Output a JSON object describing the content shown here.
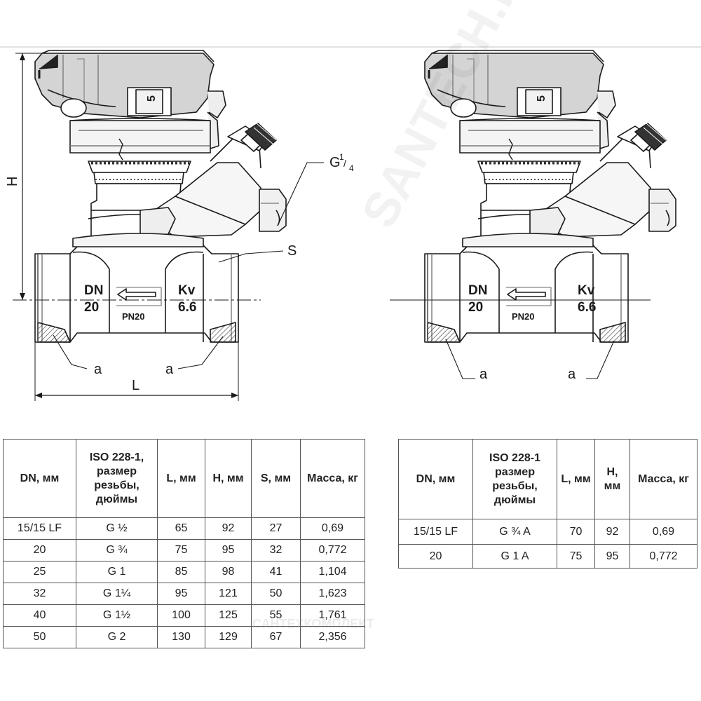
{
  "drawing_left": {
    "label_h": "H",
    "label_l": "L",
    "label_s": "S",
    "label_a1": "a",
    "label_a2": "a",
    "label_g_main": "G",
    "label_g_num": "1",
    "label_g_den": "4",
    "marking_dn": "DN",
    "marking_dn_value": "20",
    "marking_kv": "Kv",
    "marking_kv_value": "6.6",
    "marking_pn": "PN20",
    "scale_value": "5"
  },
  "drawing_right": {
    "label_a1": "a",
    "label_a2": "a",
    "marking_dn": "DN",
    "marking_dn_value": "20",
    "marking_kv": "Kv",
    "marking_kv_value": "6.6",
    "marking_pn": "PN20",
    "scale_value": "5"
  },
  "watermark_1": "SANTECH.RU",
  "watermark_2": "САНТЕХКОМПЛЕКТ",
  "table_left": {
    "headers": [
      "DN, мм",
      "ISO 228-1, размер резьбы, дюймы",
      "L, мм",
      "H, мм",
      "S, мм",
      "Масса, кг"
    ],
    "rows": [
      [
        "15/15 LF",
        "G ½",
        "65",
        "92",
        "27",
        "0,69"
      ],
      [
        "20",
        "G ¾",
        "75",
        "95",
        "32",
        "0,772"
      ],
      [
        "25",
        "G 1",
        "85",
        "98",
        "41",
        "1,104"
      ],
      [
        "32",
        "G 1¼",
        "95",
        "121",
        "50",
        "1,623"
      ],
      [
        "40",
        "G 1½",
        "100",
        "125",
        "55",
        "1,761"
      ],
      [
        "50",
        "G 2",
        "130",
        "129",
        "67",
        "2,356"
      ]
    ]
  },
  "table_right": {
    "headers": [
      "DN, мм",
      "ISO 228-1 размер резьбы, дюймы",
      "L, мм",
      "H, мм",
      "Масса, кг"
    ],
    "rows": [
      [
        "15/15 LF",
        "G ¾ A",
        "70",
        "92",
        "0,69"
      ],
      [
        "20",
        "G 1 A",
        "75",
        "95",
        "0,772"
      ]
    ]
  }
}
